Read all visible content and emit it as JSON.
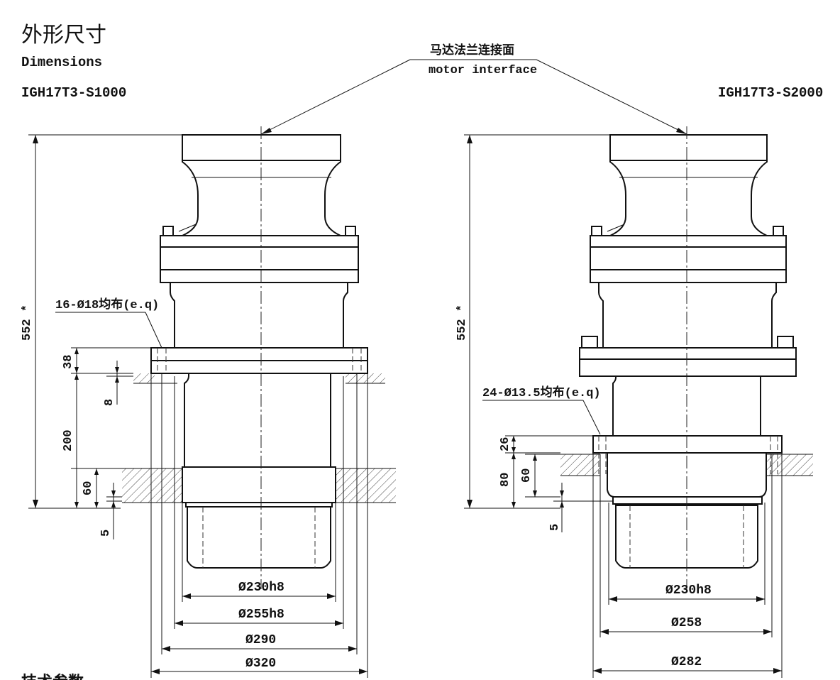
{
  "title_cn": "外形尺寸",
  "title_en": "Dimensions",
  "motor_interface": {
    "cn": "马达法兰连接面",
    "en": "motor interface"
  },
  "models": [
    {
      "name": "IGH17T3-S1000",
      "overall_height": "552 *",
      "hole_note": "16-Ø18均布(e.q)",
      "vertical_dims": [
        "38",
        "8",
        "200",
        "60",
        "5"
      ],
      "diameters": [
        "Ø230h8",
        "Ø255h8",
        "Ø290",
        "Ø320"
      ]
    },
    {
      "name": "IGH17T3-S2000",
      "overall_height": "552 *",
      "hole_note": "24-Ø13.5均布(e.q)",
      "vertical_dims": [
        "26",
        "80",
        "60",
        "5"
      ],
      "diameters": [
        "Ø230h8",
        "Ø258",
        "Ø282"
      ]
    }
  ],
  "footer_partial": "技术参数"
}
